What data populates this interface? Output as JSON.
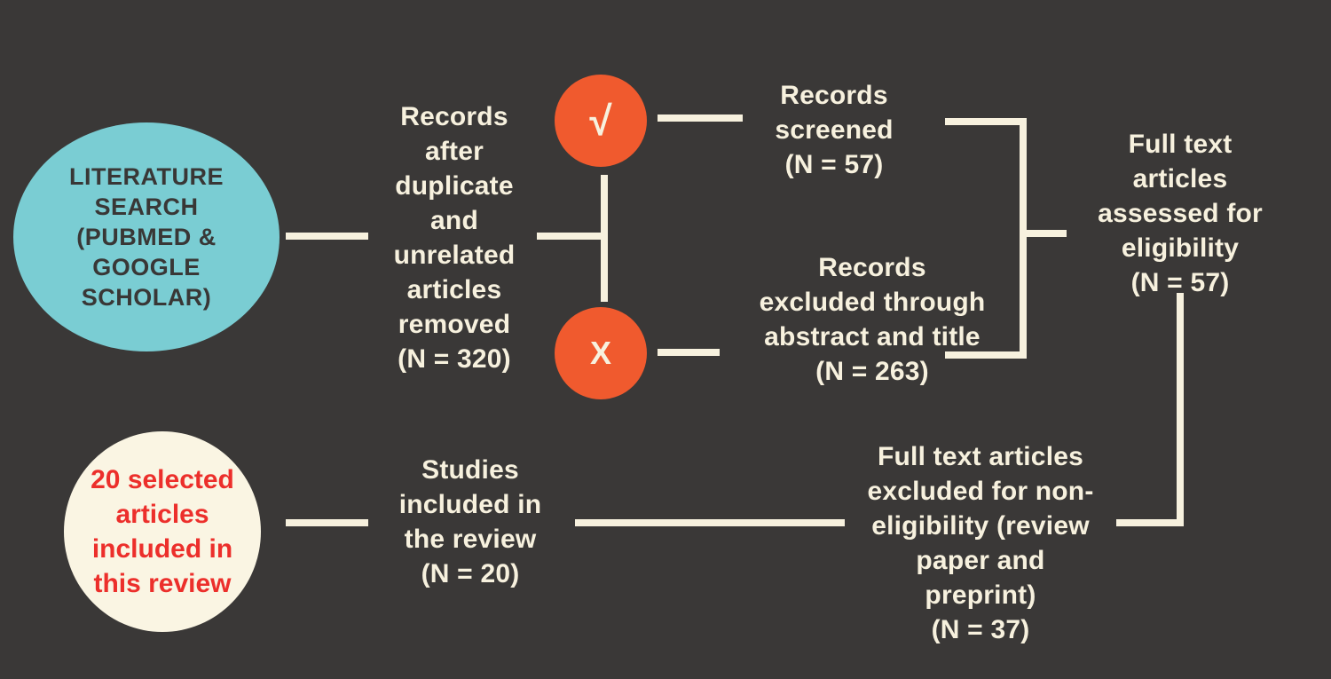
{
  "colors": {
    "background": "#3a3837",
    "cream": "#f7f1de",
    "cream_circle": "#faf5e3",
    "teal": "#7acdd3",
    "orange": "#f05a2e",
    "red_text": "#ec2f2b",
    "dark_text": "#393736"
  },
  "diagram": {
    "literature_circle": {
      "lines": [
        "LITERATURE",
        "SEARCH",
        "(PUBMED &",
        "GOOGLE",
        "SCHOLAR)"
      ]
    },
    "records_after": {
      "lines": [
        "Records",
        "after",
        "duplicate",
        "and",
        "unrelated",
        "articles",
        "removed",
        "(N = 320)"
      ]
    },
    "check_icon": "√",
    "cross_icon": "X",
    "records_screened": {
      "lines": [
        "Records",
        "screened",
        "(N = 57)"
      ]
    },
    "records_excluded": {
      "lines": [
        "Records",
        "excluded through",
        "abstract and title",
        "(N = 263)"
      ]
    },
    "fulltext_assessed": {
      "lines": [
        "Full text",
        "articles",
        "assessed for",
        "eligibility",
        "(N = 57)"
      ]
    },
    "fulltext_excluded": {
      "lines": [
        "Full text articles",
        "excluded for non-",
        "eligibility (review",
        "paper and",
        "preprint)",
        "(N = 37)"
      ]
    },
    "studies_included": {
      "lines": [
        "Studies",
        "included in",
        "the review",
        "(N = 20)"
      ]
    },
    "selected_circle": {
      "lines": [
        "20 selected",
        "articles",
        "included in",
        "this review"
      ]
    }
  }
}
